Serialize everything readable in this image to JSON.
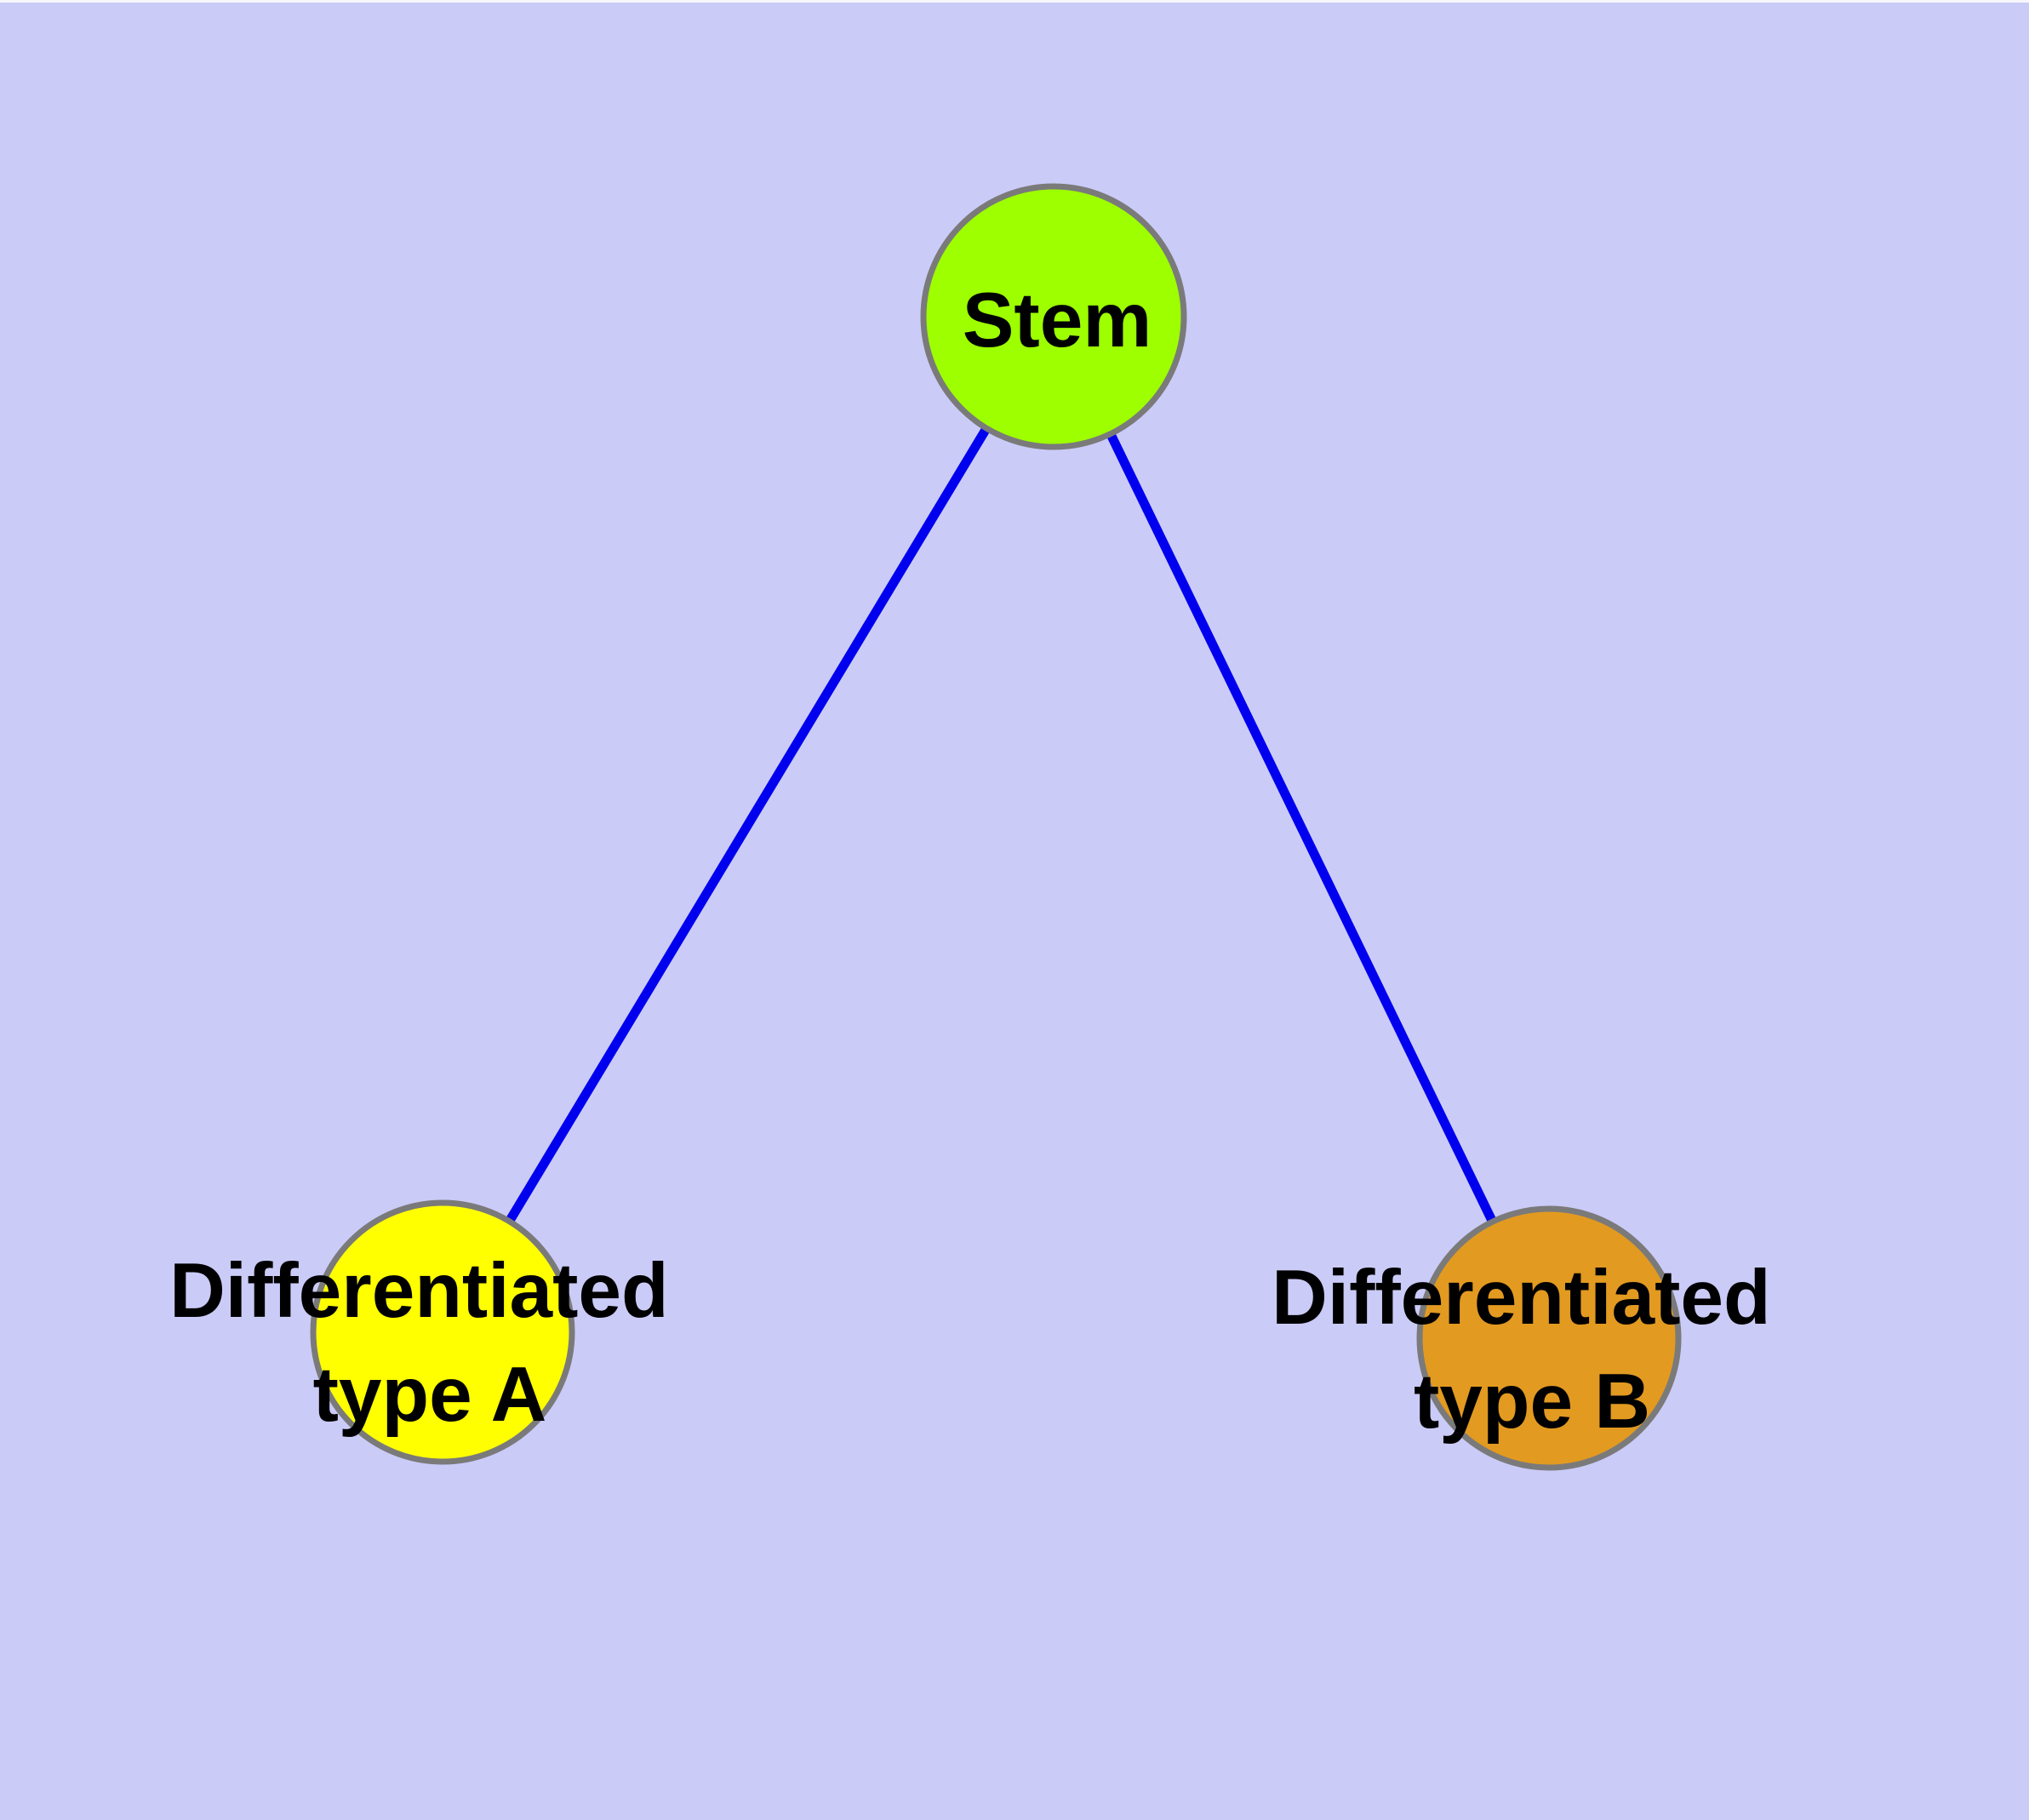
{
  "diagram": {
    "type": "node-link-graph",
    "background_color": "#CBCBF8",
    "top_border_color": "#F7F7FD",
    "edge_color": "#0000EE",
    "node_border_color": "#7A7A7A",
    "label_color": "#000000",
    "nodes": [
      {
        "id": "stem",
        "label": "Stem",
        "label_line1": "Stem",
        "label_line2": "",
        "fill": "#9DFF00"
      },
      {
        "id": "diff-a",
        "label": "Differentiated type A",
        "label_line1": "Differentiated",
        "label_line2": "type A",
        "fill": "#FFFF00"
      },
      {
        "id": "diff-b",
        "label": "Differentiated type B",
        "label_line1": "Differentiated",
        "label_line2": "type B",
        "fill": "#E29A20"
      }
    ],
    "edges": [
      {
        "from": "Stem",
        "to": "Differentiated type A"
      },
      {
        "from": "Stem",
        "to": "Differentiated type B"
      }
    ]
  }
}
